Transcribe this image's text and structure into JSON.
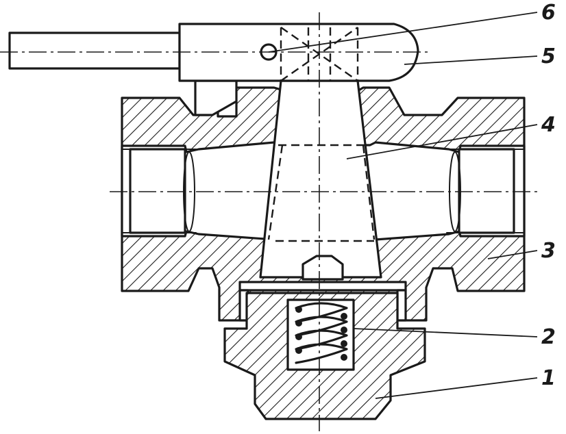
{
  "callouts": [
    {
      "id": "callout-1",
      "text": "1"
    },
    {
      "id": "callout-2",
      "text": "2"
    },
    {
      "id": "callout-3",
      "text": "3"
    },
    {
      "id": "callout-4",
      "text": "4"
    },
    {
      "id": "callout-5",
      "text": "5"
    },
    {
      "id": "callout-6",
      "text": "6"
    }
  ]
}
